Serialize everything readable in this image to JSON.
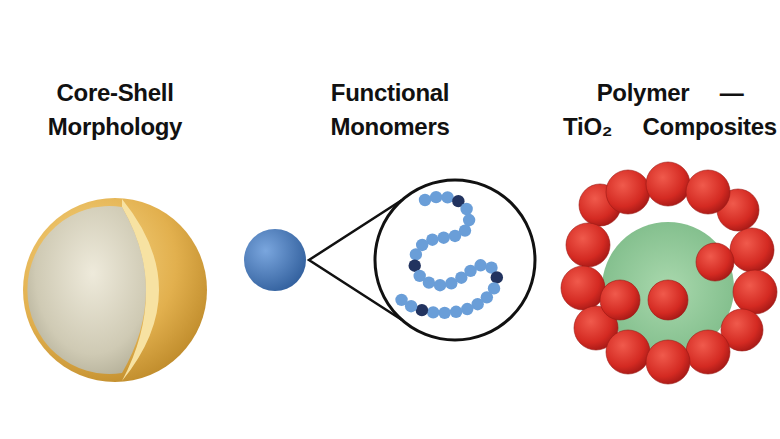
{
  "diagram": {
    "labels": [
      "Core-Shell Morphology",
      "Functional Monomers",
      "Polymer — TiO₂ Composites"
    ]
  }
}
